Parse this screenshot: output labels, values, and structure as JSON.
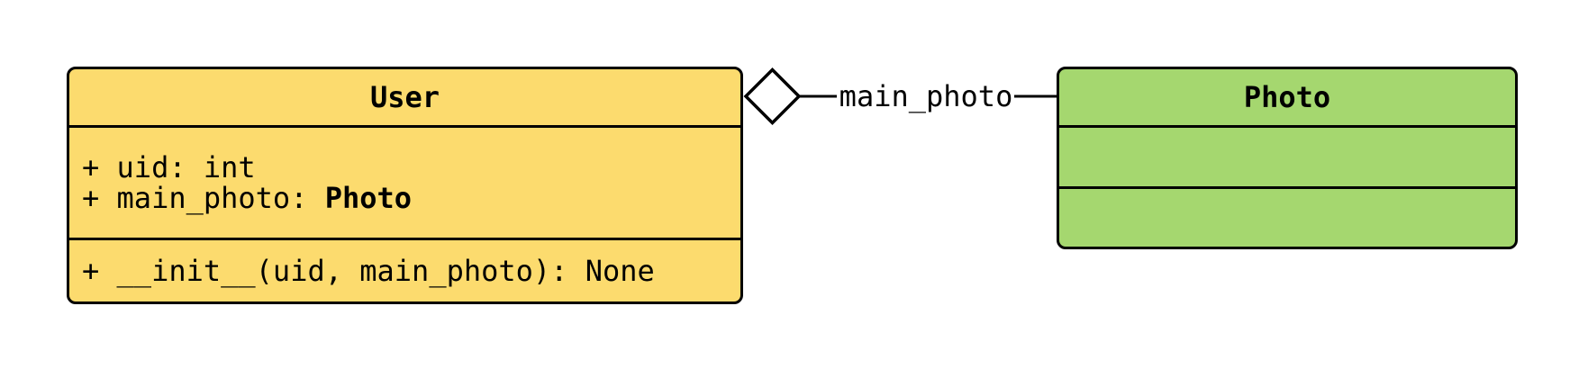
{
  "diagram": {
    "background": "#ffffff",
    "stroke": "#000000",
    "classes": [
      {
        "name": "User",
        "fill": "#fcdb6e",
        "attributes": [
          {
            "text": "+ uid: int"
          },
          {
            "prefix": "+ main_photo: ",
            "type": "Photo"
          }
        ],
        "methods": [
          "+ __init__(uid, main_photo): None"
        ]
      },
      {
        "name": "Photo",
        "fill": "#a5d76f",
        "attributes": [],
        "methods": []
      }
    ],
    "relationship": {
      "type": "aggregation",
      "label": "main_photo",
      "diamond_at": "User",
      "diamond_fill": "#ffffff"
    }
  }
}
